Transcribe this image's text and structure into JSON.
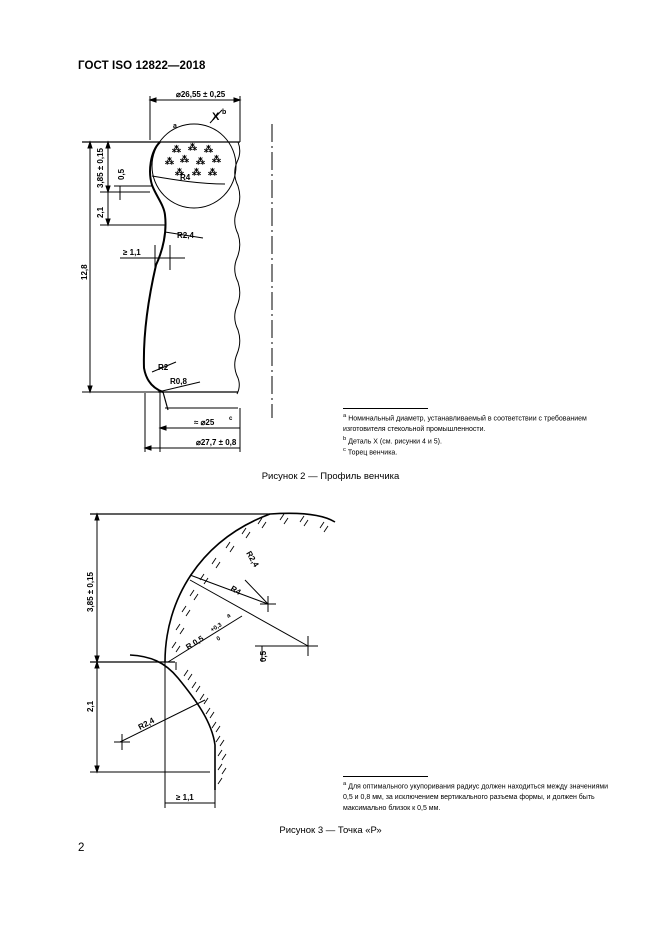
{
  "header": {
    "doc_code": "ГОСТ ISO 12822—2018"
  },
  "page_number": "2",
  "figure2": {
    "caption": "Рисунок 2 — Профиль венчика",
    "labels": {
      "d_top": "⌀26,55 ± 0,25",
      "detail_x": "X",
      "detail_x_sup": "b",
      "sup_a": "a",
      "h_385": "3,85 ± 0,15",
      "h_05": "0,5",
      "h_21": "2,1",
      "h_128": "12,8",
      "r4": "R4",
      "r24": "R2,4",
      "w11": "≥ 1,1",
      "r2": "R2",
      "r08": "R0,8",
      "d25": "≈ ⌀25",
      "d25_sup": "c",
      "d277": "⌀27,7 ± 0,8"
    },
    "notes": [
      {
        "mark": "a",
        "text": "Номинальный диаметр, устанавливаемый в соответствии с требованием изготовителя стекольной промышленности."
      },
      {
        "mark": "b",
        "text": "Деталь X (см. рисунки 4 и 5)."
      },
      {
        "mark": "c",
        "text": "Торец венчика."
      }
    ]
  },
  "figure3": {
    "caption": "Рисунок 3 — Точка «Р»",
    "labels": {
      "h_385": "3,85 ± 0,15",
      "r24_top": "R2,4",
      "r4": "R4",
      "r05": "R 0,5",
      "r05_tol_up": "+0,3",
      "r05_tol_dn": "0",
      "r05_sup": "a",
      "h_05": "0,5",
      "h_21": "2,1",
      "r24_bot": "R2,4",
      "w11": "≥ 1,1"
    },
    "notes": [
      {
        "mark": "a",
        "text": "Для оптимального укупоривания радиус должен находиться между значениями 0,5 и 0,8 мм, за исключением вертикального разъема формы, и должен быть максимально близок к 0,5 мм."
      }
    ]
  }
}
